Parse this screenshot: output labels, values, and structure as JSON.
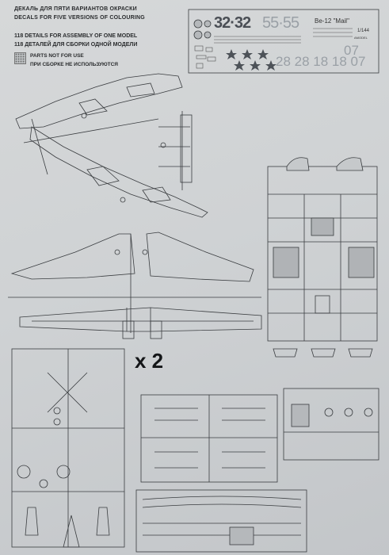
{
  "header": {
    "line_ru_1": "ДЕКАЛЬ ДЛЯ  ПЯТИ ВАРИАНТОВ  ОКРАСКИ",
    "line_en_1": "DECALS FOR FIVE VERSIONS OF COLOURING",
    "line_en_2": "118  DETAILS FOR ASSEMBLY OF ONE MODEL",
    "line_ru_2": "118  ДЕТАЛЕЙ ДЛЯ СБОРКИ ОДНОЙ МОДЕЛИ",
    "legend_en": "PARTS NOT FOR USE",
    "legend_ru": "ПРИ СБОРКЕ НЕ ИСПОЛЬЗУЮТСЯ"
  },
  "decal_sheet": {
    "title": "Be-12 \"Mail\"",
    "scale": "1/144",
    "maker": "AMODEL",
    "numbers_row1_dark": "32·32",
    "numbers_row1_light": "55·55",
    "numbers_row2": "28 28 18 18 07",
    "number_07": "07"
  },
  "multiplier": "x 2",
  "colors": {
    "paper": "#cfd2d4",
    "ink": "#2a2c2e",
    "sprue_line": "#3a3d40"
  }
}
